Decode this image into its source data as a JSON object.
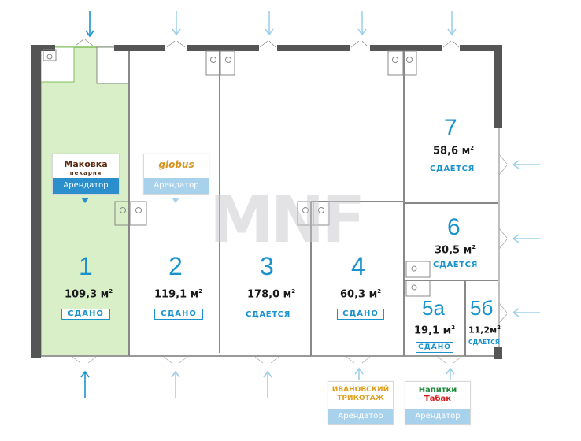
{
  "watermark": "MNF",
  "units": [
    {
      "id": "1",
      "area": "109,3 м",
      "status": "СДАНО",
      "boxed": true
    },
    {
      "id": "2",
      "area": "119,1 м",
      "status": "СДАНО",
      "boxed": true
    },
    {
      "id": "3",
      "area": "178,0 м",
      "status": "СДАЕТСЯ",
      "boxed": false
    },
    {
      "id": "4",
      "area": "60,3 м",
      "status": "СДАНО",
      "boxed": true
    },
    {
      "id": "5а",
      "area": "19,1 м",
      "status": "СДАНО",
      "boxed": true
    },
    {
      "id": "5б",
      "area": "11,2м",
      "status": "СДАЕТСЯ",
      "boxed": false
    },
    {
      "id": "6",
      "area": "30,5 м",
      "status": "СДАЕТСЯ",
      "boxed": false
    },
    {
      "id": "7",
      "area": "58,6 м",
      "status": "СДАЕТСЯ",
      "boxed": false
    }
  ],
  "area_unit_sup": "2",
  "tenants": [
    {
      "logo": "Маковка",
      "logo_sub": "пекарня",
      "caption": "Арендатор",
      "caption_color": "#2a8fcb"
    },
    {
      "logo": "globus",
      "logo_sub": "",
      "caption": "Арендатор",
      "caption_color": "#a8d2ec"
    },
    {
      "logo": "ИВАНОВСКИЙ",
      "logo_sub": "ТРИКОТАЖ",
      "caption": "Арендатор",
      "caption_color": "#a8d2ec"
    },
    {
      "logo": "Напитки",
      "logo_sub": "Табак",
      "caption": "Арендатор",
      "caption_color": "#a8d2ec"
    }
  ],
  "colors": {
    "accent": "#1b92cc",
    "arrow": "#9fd0ea",
    "arrow_active": "#1b92cc",
    "wall": "#555555",
    "leased_fill": "#d8efc8",
    "leased_border": "#7fbf5a"
  }
}
